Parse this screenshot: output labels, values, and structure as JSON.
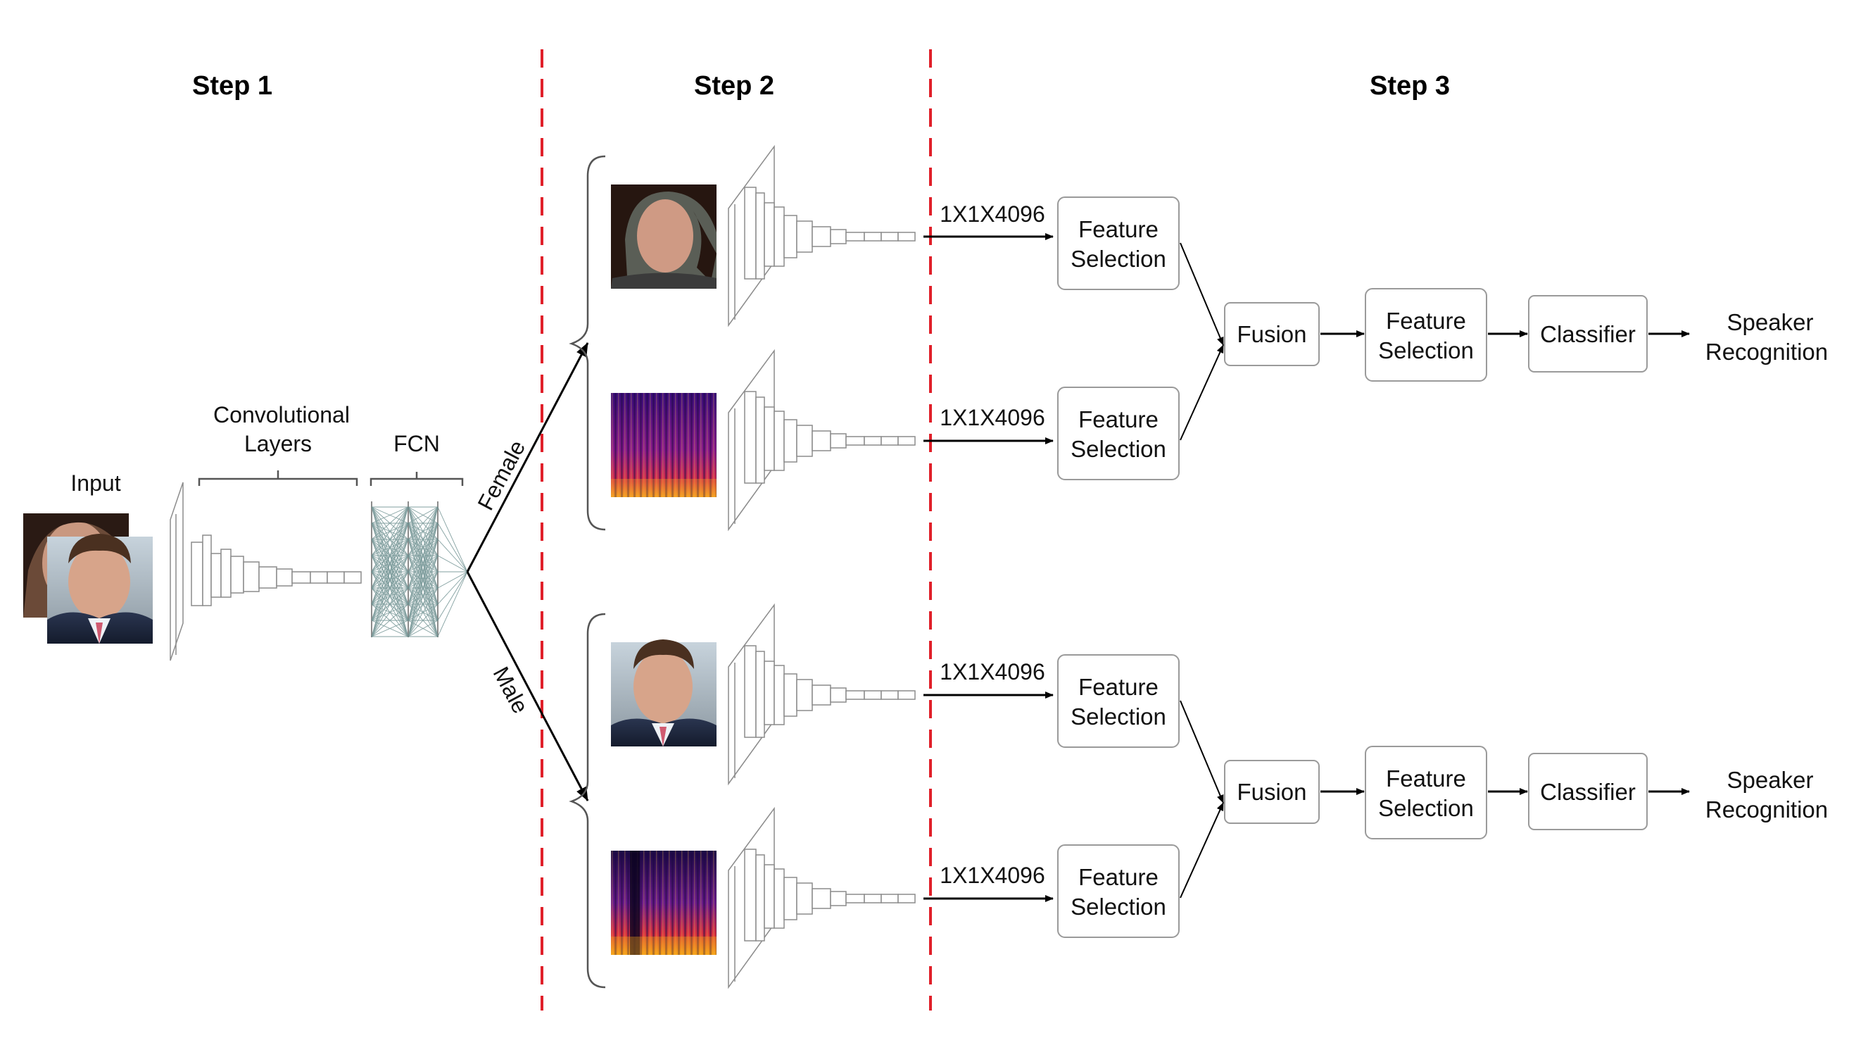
{
  "steps": [
    "Step 1",
    "Step 2",
    "Step 3"
  ],
  "step1": {
    "input_label": "Input",
    "conv_label_line1": "Convolutional",
    "conv_label_line2": "Layers",
    "fcn_label": "FCN"
  },
  "branches": {
    "female": "Female",
    "male": "Male"
  },
  "feature_dim": "1X1X4096",
  "feature_selection_line1": "Feature",
  "feature_selection_line2": "Selection",
  "fusion": "Fusion",
  "classifier": "Classifier",
  "output_line1": "Speaker",
  "output_line2": "Recognition",
  "images": [
    {
      "kind": "face",
      "gender": "female"
    },
    {
      "kind": "spectrogram",
      "gender": "female"
    },
    {
      "kind": "face",
      "gender": "male"
    },
    {
      "kind": "spectrogram",
      "gender": "male"
    }
  ],
  "colors": {
    "divider": "#e0202a",
    "spectrogram_low": "#2a0a6e",
    "spectrogram_high": "#f2a020"
  }
}
